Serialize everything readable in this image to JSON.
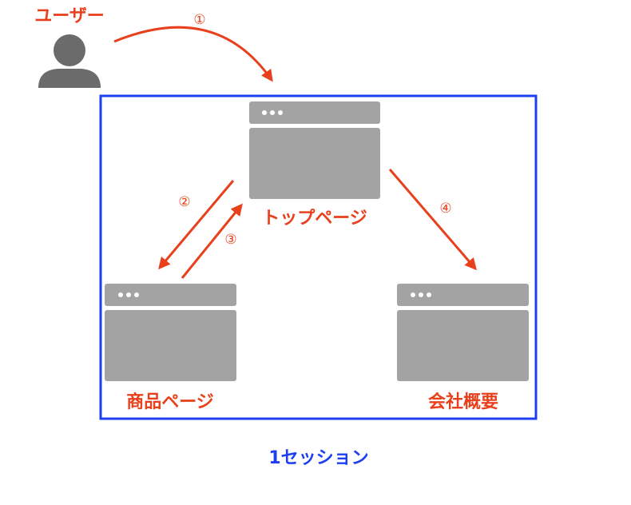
{
  "user": {
    "label": "ユーザー"
  },
  "pages": {
    "top": {
      "label": "トップページ"
    },
    "product": {
      "label": "商品ページ"
    },
    "company": {
      "label": "会社概要"
    }
  },
  "steps": [
    "①",
    "②",
    "③",
    "④"
  ],
  "session": {
    "label": "1セッション"
  },
  "colors": {
    "accent": "#e8401c",
    "session": "#1e3ff0",
    "window": "#a3a3a3",
    "avatar": "#6b6b6b"
  }
}
